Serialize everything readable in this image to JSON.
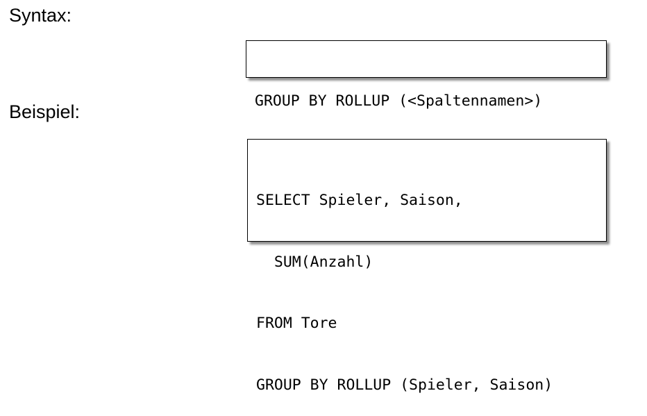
{
  "syntax": {
    "heading": "Syntax:",
    "code": "GROUP BY ROLLUP (<Spaltennamen>)"
  },
  "example": {
    "heading": "Beispiel:",
    "code_lines": [
      "SELECT Spieler, Saison,",
      "  SUM(Anzahl)",
      "FROM Tore",
      "GROUP BY ROLLUP (Spieler, Saison)"
    ]
  }
}
